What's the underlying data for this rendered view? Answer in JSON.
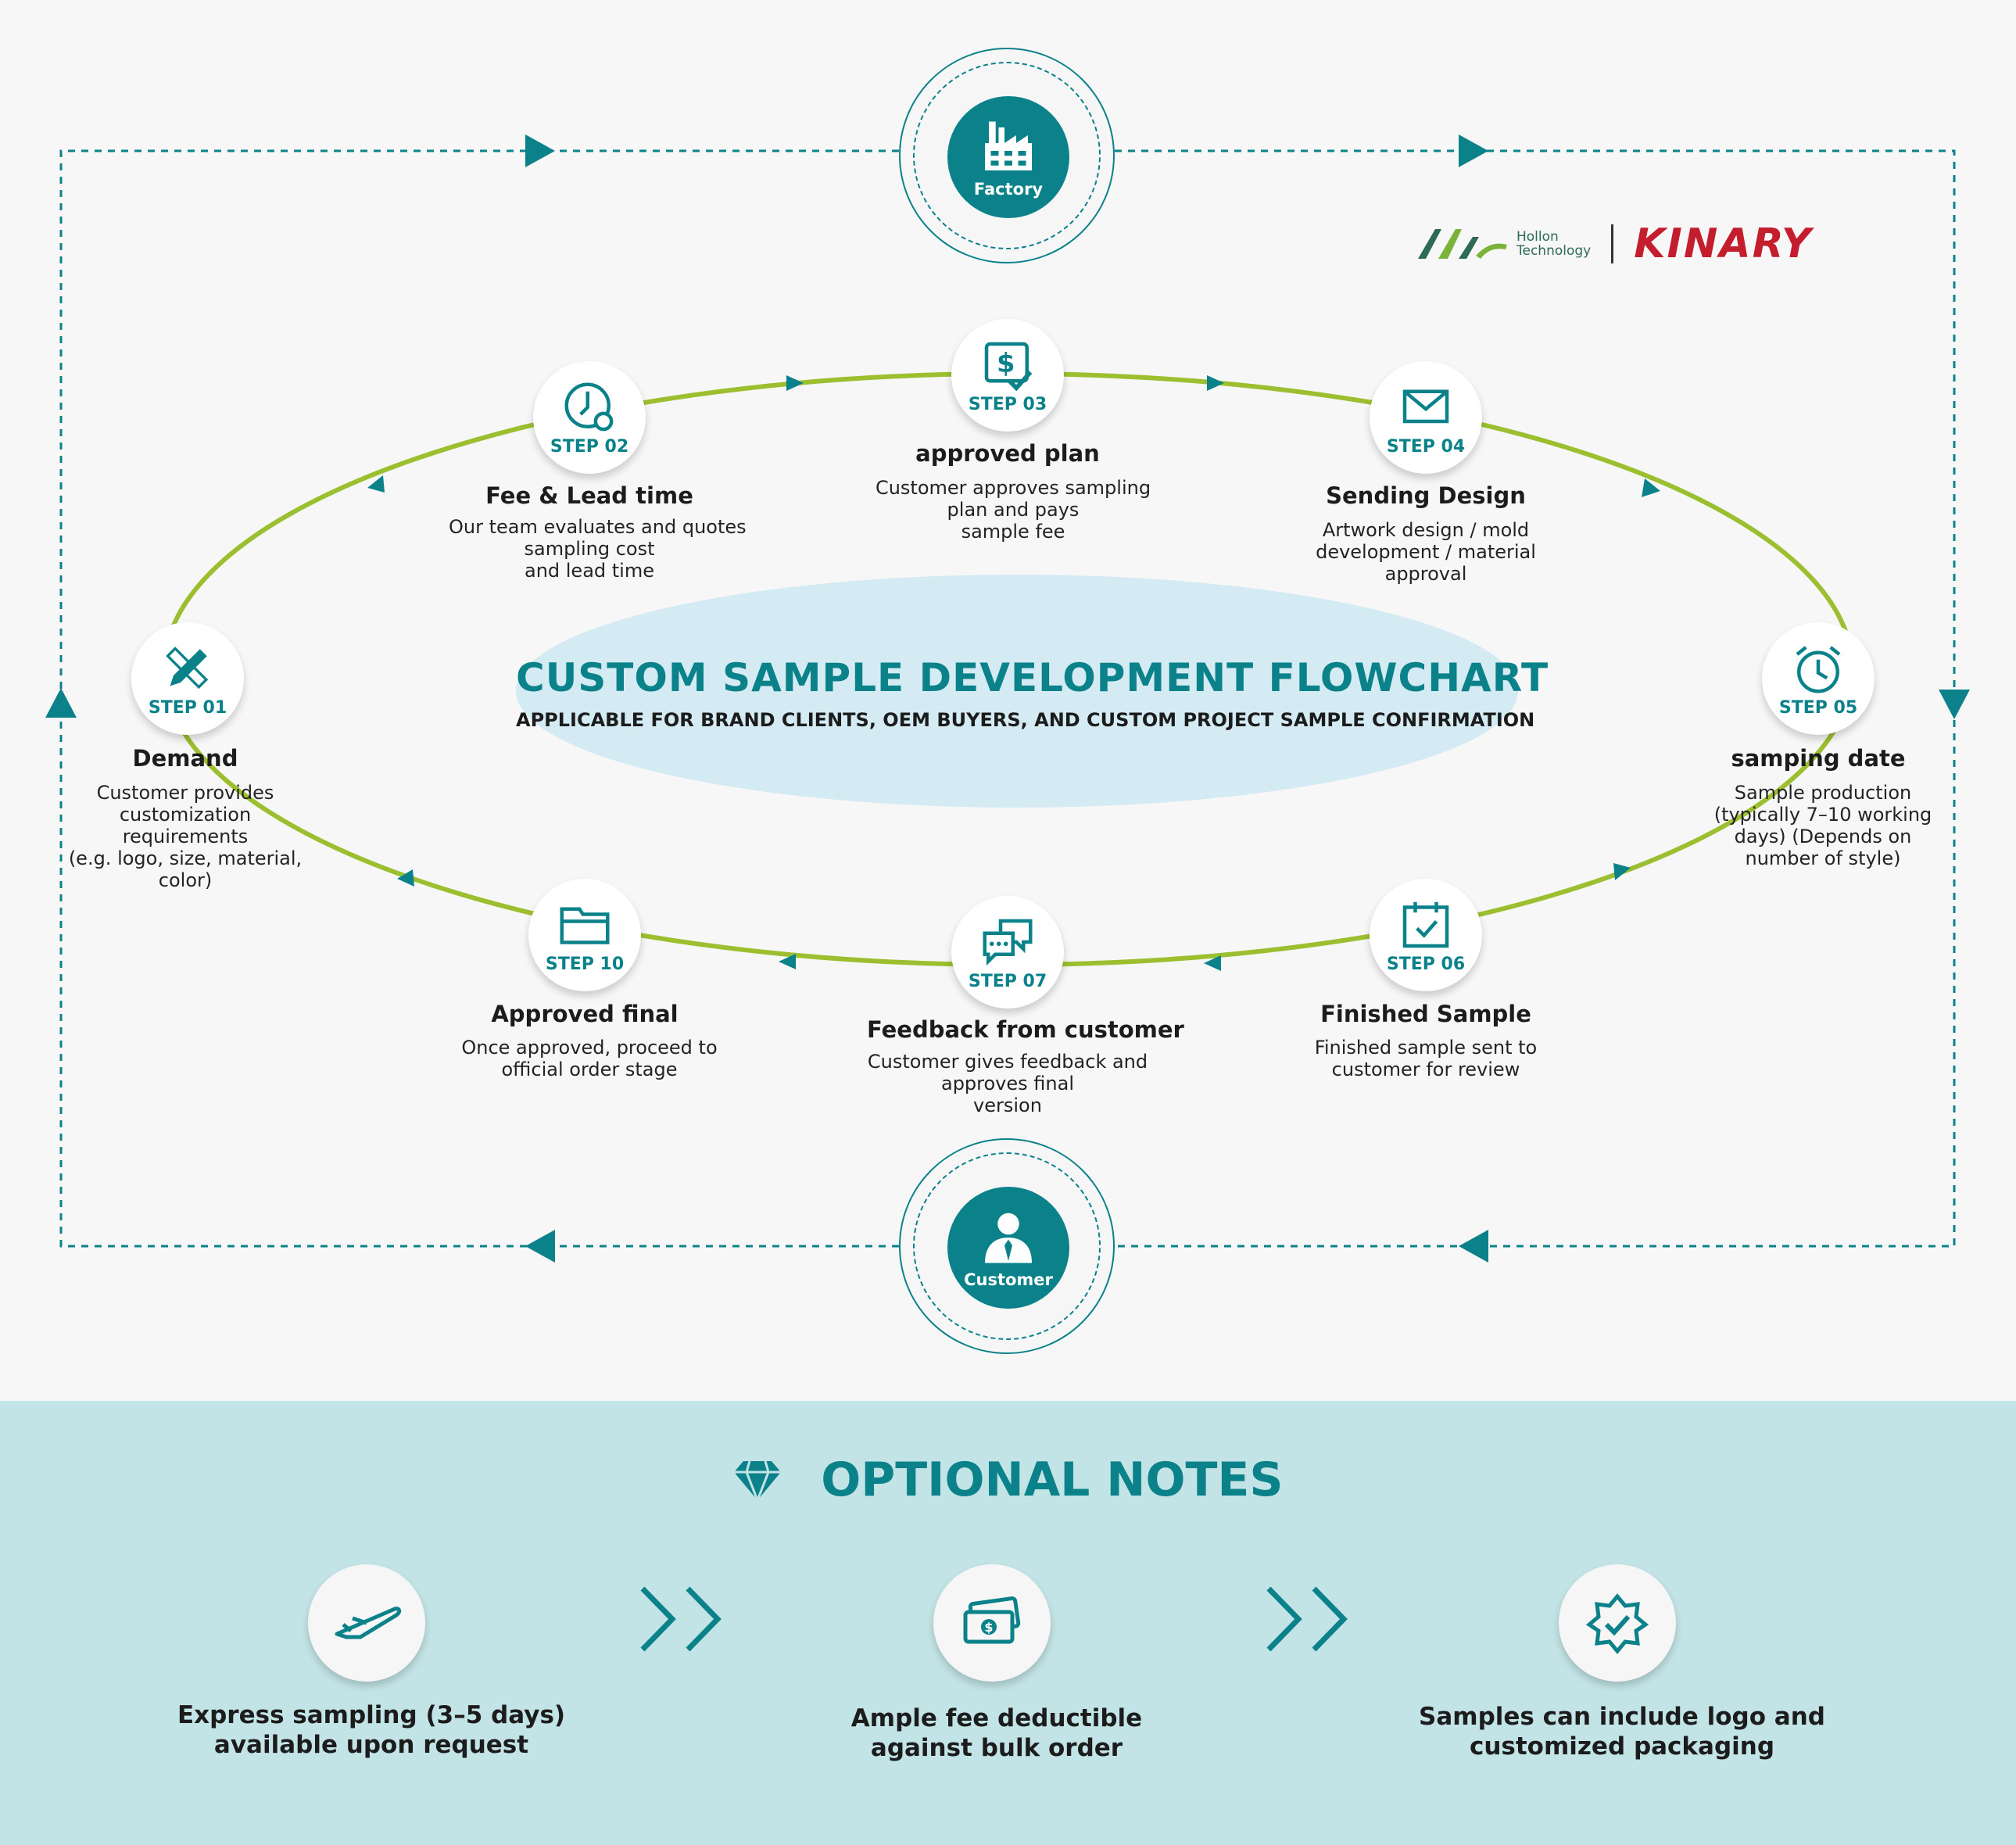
{
  "title": "CUSTOM SAMPLE DEVELOPMENT FLOWCHART",
  "subtitle": "APPLICABLE FOR BRAND CLIENTS, OEM BUYERS, AND CUSTOM PROJECT SAMPLE CONFIRMATION",
  "brand": {
    "logo_a_line1": "Hollon",
    "logo_a_line2": "Technology",
    "logo_b": "KINARY"
  },
  "hubs": {
    "factory": {
      "label": "Factory",
      "icon": "factory-icon"
    },
    "customer": {
      "label": "Customer",
      "icon": "customer-icon"
    }
  },
  "steps": {
    "s01": {
      "label": "STEP 01",
      "title": "Demand",
      "icon": "pencil-ruler-icon",
      "desc": [
        "Customer provides",
        "customization",
        "requirements",
        "(e.g. logo, size, material,",
        "color)"
      ]
    },
    "s02": {
      "label": "STEP 02",
      "title": "Fee & Lead time",
      "icon": "clock-gear-icon",
      "desc": [
        "Our team evaluates and quotes",
        "sampling cost",
        "and lead time"
      ]
    },
    "s03": {
      "label": "STEP 03",
      "title": "approved plan",
      "icon": "dollar-check-icon",
      "desc": [
        "Customer approves sampling",
        "plan and pays",
        "sample fee"
      ]
    },
    "s04": {
      "label": "STEP 04",
      "title": "Sending Design",
      "icon": "envelope-icon",
      "desc": [
        "Artwork design / mold",
        "development / material",
        "approval"
      ]
    },
    "s05": {
      "label": "STEP 05",
      "title": "samping date",
      "icon": "alarm-clock-icon",
      "desc": [
        "Sample production",
        "(typically 7–10 working",
        "days) (Depends on",
        "number of style)"
      ]
    },
    "s06": {
      "label": "STEP 06",
      "title": "Finished Sample",
      "icon": "calendar-check-icon",
      "desc": [
        "Finished sample sent to",
        "customer for review"
      ]
    },
    "s07": {
      "label": "STEP 07",
      "title": "Feedback from customer",
      "icon": "chat-bubbles-icon",
      "desc": [
        "Customer gives feedback and",
        "approves final",
        "version"
      ]
    },
    "s10": {
      "label": "STEP 10",
      "title": "Approved final",
      "icon": "folder-icon",
      "desc": [
        "Once approved, proceed to",
        "official order stage"
      ]
    }
  },
  "notes": {
    "heading": "OPTIONAL NOTES",
    "items": [
      {
        "icon": "airplane-icon",
        "lines": [
          "Express sampling (3–5 days)",
          "available upon request"
        ]
      },
      {
        "icon": "money-icon",
        "lines": [
          "Ample fee deductible",
          "against bulk order"
        ]
      },
      {
        "icon": "badge-check-icon",
        "lines": [
          "Samples can include logo and",
          "customized packaging"
        ]
      }
    ]
  },
  "colors": {
    "teal": "#0b828a",
    "green_line": "#9cbf2f",
    "ellipse_fill": "#d4ebf3",
    "notes_band": "#c3e4e6",
    "brand_red": "#c41e2e"
  }
}
